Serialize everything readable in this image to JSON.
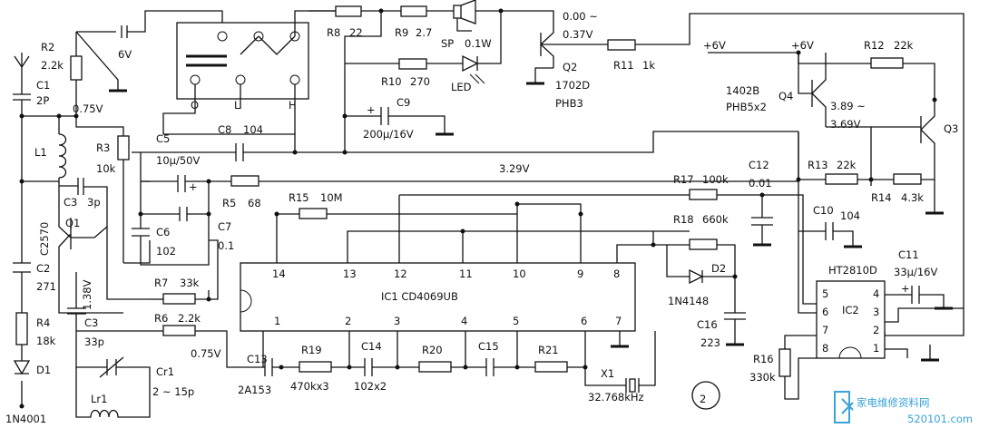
{
  "labels": {
    "R2": "R2",
    "R2v": "2.2k",
    "C1": "C1",
    "C1v": "2P",
    "v075a": "0.75V",
    "L1": "L1",
    "R3": "R3",
    "R3v": "10k",
    "C3a": "C3",
    "C3av": "3p",
    "Q1": "Q1",
    "Q1t": "C2570",
    "C2": "C2",
    "C2v": "271",
    "v138": "1.38V",
    "R4": "R4",
    "R4v": "18k",
    "D1": "D1",
    "D1t": "1N4001",
    "C3b": "C3",
    "C3bv": "33p",
    "Lr1": "Lr1",
    "Cr1": "Cr1",
    "Cr1v": "2 ~ 15p",
    "v6": "6V",
    "swO": "O",
    "swL": "L",
    "swH": "H",
    "R8": "R8",
    "R8v": "22",
    "R9": "R9",
    "R9v": "2.7",
    "SP": "SP",
    "SPv": "0.1W",
    "R10": "R10",
    "R10v": "270",
    "LED": "LED",
    "C9": "C9",
    "C9v": "200μ/16V",
    "C5": "C5",
    "C5v": "10μ/50V",
    "C8": "C8",
    "C8v": "104",
    "C6": "C6",
    "C6v": "102",
    "C7": "C7",
    "C7v": "0.1",
    "R5": "R5",
    "R5v": "68",
    "R15": "R15",
    "R15v": "10M",
    "R7": "R7",
    "R7v": "33k",
    "R6": "R6",
    "R6v": "2.2k",
    "v075b": "0.75V",
    "C13": "C13",
    "C13v": "2A153",
    "R19": "R19",
    "R19v": "470kx3",
    "C14": "C14",
    "C14v": "102x2",
    "R20": "R20",
    "C15": "C15",
    "R21": "R21",
    "X1": "X1",
    "X1v": "32.768kHz",
    "Q2v1": "0.00 ~",
    "Q2v2": "0.37V",
    "Q2": "Q2",
    "Q2t": "1702D",
    "Q2p": "PHB3",
    "R11": "R11",
    "R11v": "1k",
    "v6a": "+6V",
    "v6b": "+6V",
    "R12": "R12",
    "R12v": "22k",
    "Q4t": "1402B",
    "Q4p": "PHB5x2",
    "Q4": "Q4",
    "Q4v1": "3.89 ~",
    "Q4v2": "3.69V",
    "Q3": "Q3",
    "v329": "3.29V",
    "R17": "R17",
    "R17v": "100k",
    "C12": "C12",
    "C12v": "0.01",
    "R13": "R13",
    "R13v": "22k",
    "R14": "R14",
    "R14v": "4.3k",
    "C10": "C10",
    "C10v": "104",
    "R18": "R18",
    "R18v": "660k",
    "D2": "D2",
    "D2t": "1N4148",
    "C16": "C16",
    "C16v": "223",
    "C11": "C11",
    "C11v": "33μ/16V",
    "IC2t": "HT2810D",
    "IC2": "IC2",
    "R16": "R16",
    "R16v": "330k",
    "IC1": "IC1  CD4069UB",
    "circled": "2",
    "watermark": "家电维修资料网",
    "watermark_url": "520101.com"
  },
  "ic1_pins_top": [
    "14",
    "13",
    "12",
    "11",
    "10",
    "9",
    "8"
  ],
  "ic1_pins_bottom": [
    "1",
    "2",
    "3",
    "4",
    "5",
    "6",
    "7"
  ],
  "ic2_pins_left": [
    "5",
    "6",
    "7",
    "8"
  ],
  "ic2_pins_right": [
    "4",
    "3",
    "2",
    "1"
  ],
  "colors": {
    "ink": "#111111",
    "background": "#ffffff",
    "watermark": "#3aa3d8"
  }
}
